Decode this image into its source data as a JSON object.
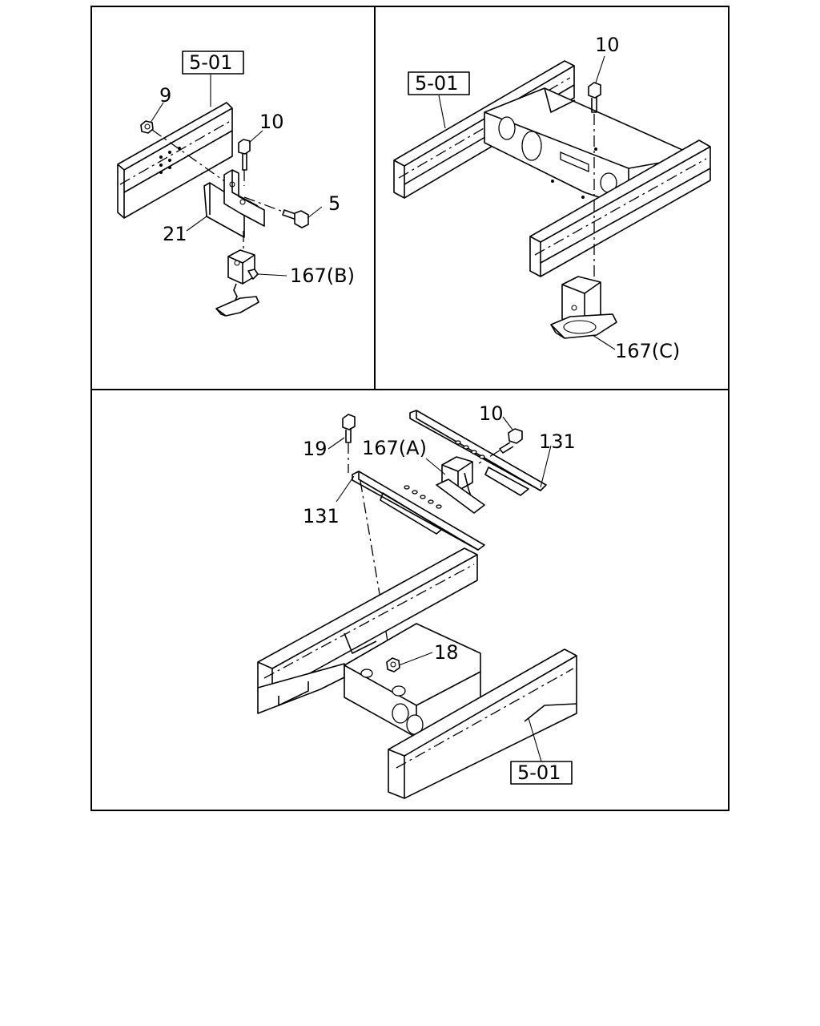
{
  "panels": {
    "top_left": {
      "refs": [
        "5-01"
      ],
      "callouts": [
        "9",
        "10",
        "5",
        "21",
        "167(B)"
      ]
    },
    "top_right": {
      "refs": [
        "5-01"
      ],
      "callouts": [
        "10",
        "167(C)"
      ]
    },
    "bottom": {
      "refs": [
        "5-01"
      ],
      "callouts": [
        "19",
        "167(A)",
        "10",
        "131",
        "131",
        "18"
      ]
    }
  }
}
